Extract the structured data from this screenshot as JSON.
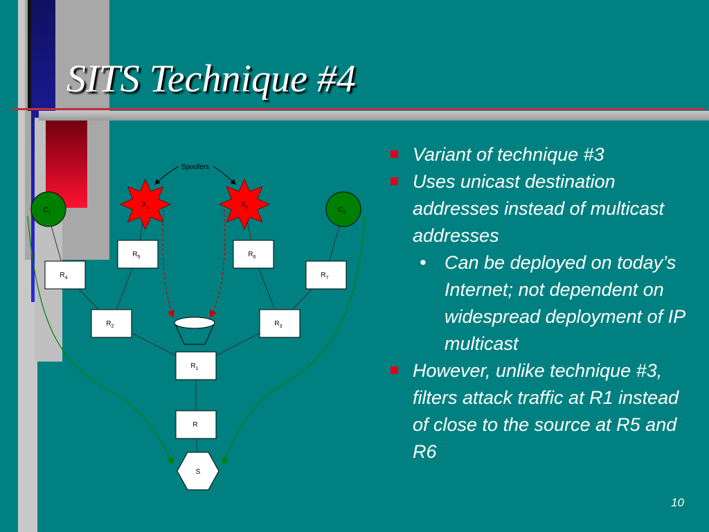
{
  "slide": {
    "title": "SITS Technique #4",
    "page_number": "10"
  },
  "bullets": [
    "Variant of technique #3",
    "Uses unicast destination addresses instead of multicast addresses"
  ],
  "sub_bullet": {
    "marker": "•",
    "text": "Can be deployed on today’s Internet; not dependent on widespread deployment of IP multicast"
  },
  "bullet_last": "However, unlike technique #3, filters attack traffic at R1 instead of close to the source at R5 and R6",
  "diagram": {
    "spoofers_label": "Spoofers",
    "clients": [
      {
        "main": "C",
        "sub": "1"
      },
      {
        "main": "C",
        "sub": "2"
      }
    ],
    "attackers": [
      {
        "main": "X",
        "sub": "1"
      },
      {
        "main": "X",
        "sub": "2"
      }
    ],
    "routers": [
      {
        "main": "R",
        "sub": "4"
      },
      {
        "main": "R",
        "sub": "5"
      },
      {
        "main": "R",
        "sub": "6"
      },
      {
        "main": "R",
        "sub": "7"
      },
      {
        "main": "R",
        "sub": "2"
      },
      {
        "main": "R",
        "sub": "3"
      },
      {
        "main": "R",
        "sub": "1"
      },
      {
        "main": "R",
        "sub": ""
      }
    ],
    "server": "S",
    "colors": {
      "client_fill": "#008000",
      "attacker_fill": "#ff0000",
      "legit_path": "#008000",
      "attack_path": "#cc0000"
    }
  }
}
